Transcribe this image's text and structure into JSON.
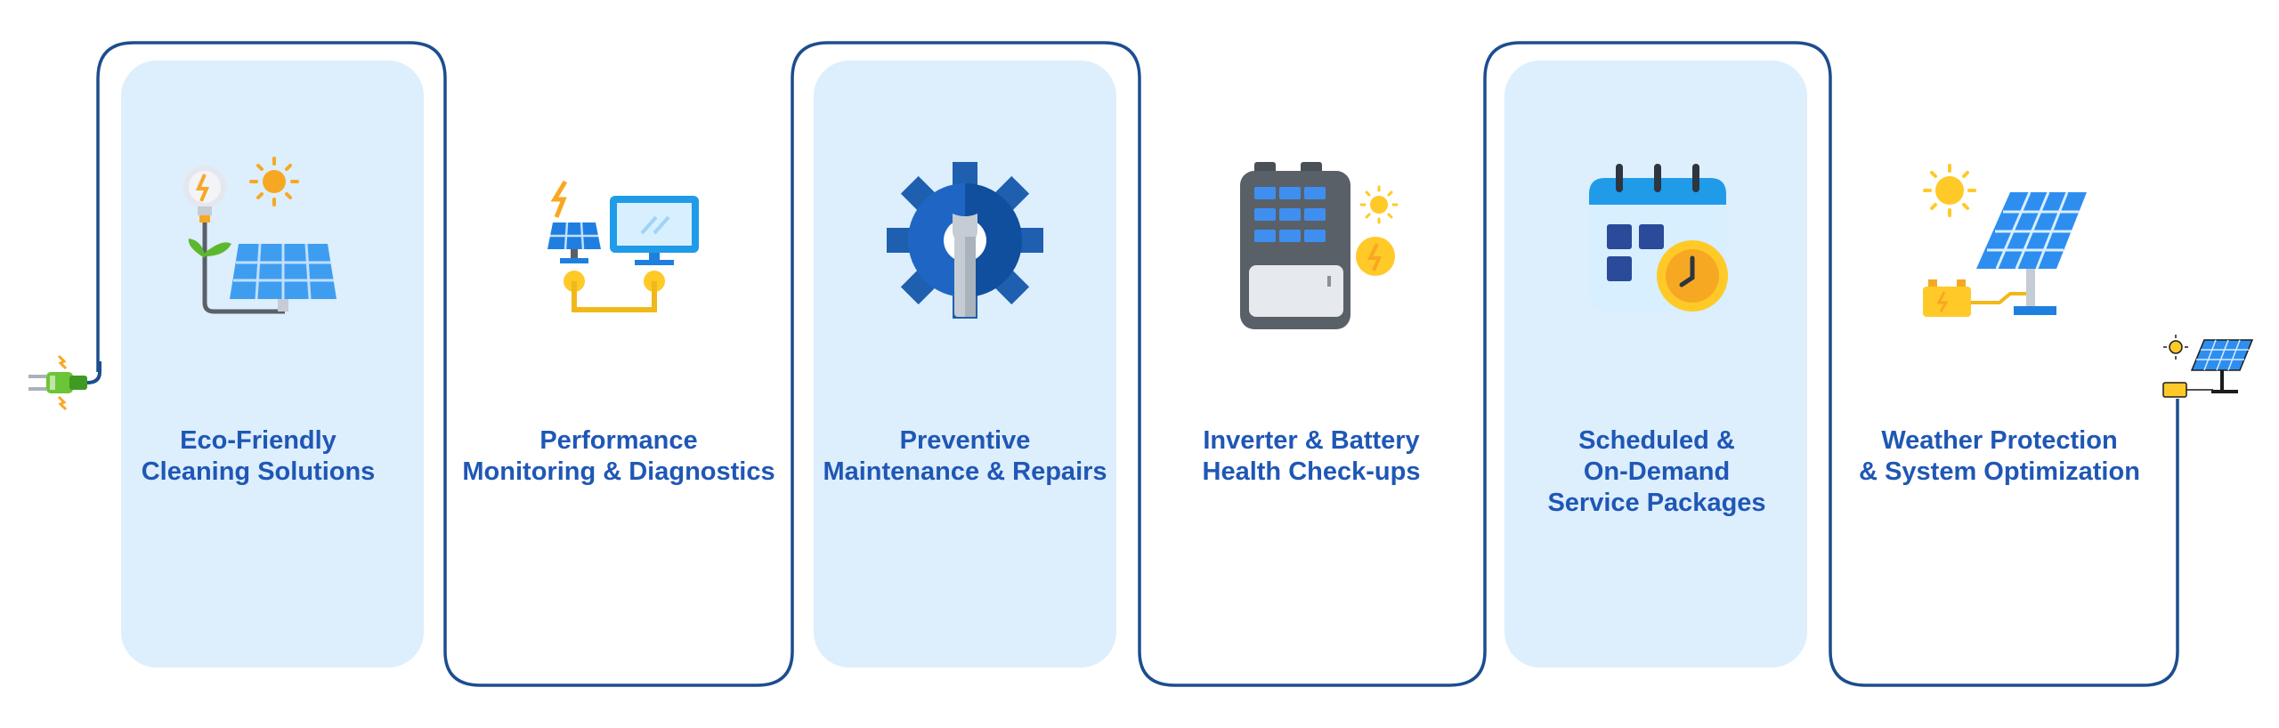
{
  "steps": [
    {
      "id": "eco",
      "icon": "bulb-solar-panel-icon",
      "lines": [
        "Eco-Friendly",
        "Cleaning Solutions"
      ]
    },
    {
      "id": "performance",
      "icon": "panel-monitor-icon",
      "lines": [
        "Performance",
        "Monitoring & Diagnostics"
      ]
    },
    {
      "id": "preventive",
      "icon": "gear-wrench-icon",
      "lines": [
        "Preventive",
        "Maintenance & Repairs"
      ]
    },
    {
      "id": "inverter",
      "icon": "battery-pack-icon",
      "lines": [
        "Inverter & Battery",
        "Health Check-ups"
      ]
    },
    {
      "id": "scheduled",
      "icon": "calendar-clock-icon",
      "lines": [
        "Scheduled &",
        "On-Demand",
        "Service Packages"
      ]
    },
    {
      "id": "weather",
      "icon": "sun-solar-battery-icon",
      "lines": [
        "Weather Protection",
        "& System Optimization"
      ]
    }
  ],
  "start_icon": "power-plug-icon",
  "end_icon": "solar-battery-icon",
  "colors": {
    "wire": "#1c4d8f",
    "panel": "#ddeefc",
    "text": "#1f57b5",
    "sun": "#f7a823",
    "accent_blue": "#2e8ef0",
    "dark_blue": "#0f4f9e",
    "yellow": "#ffc928",
    "green": "#5cb82f",
    "grey": "#5a6068"
  }
}
